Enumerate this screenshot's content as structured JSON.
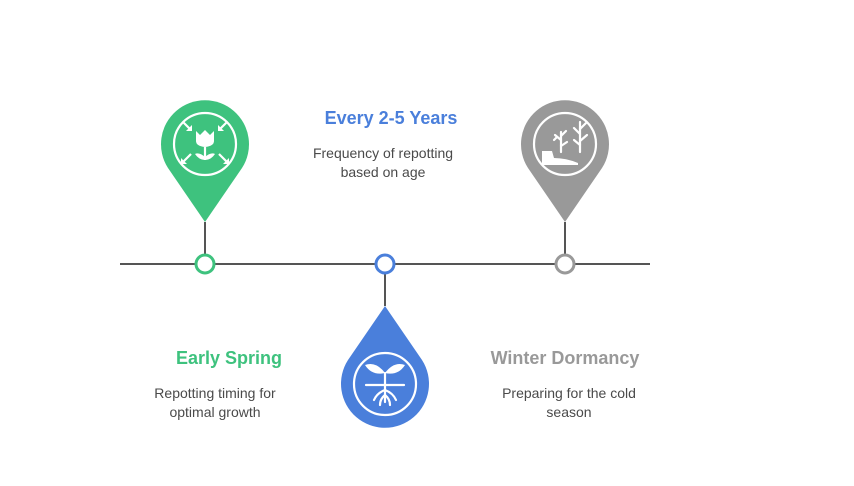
{
  "milestones": [
    {
      "id": "early-spring",
      "title": "Early Spring",
      "desc_line1": "Repotting timing for",
      "desc_line2": "optimal growth",
      "color": "#3ec27e",
      "icon": "plant-arrows-icon"
    },
    {
      "id": "every-2-5-years",
      "title": "Every 2-5 Years",
      "desc_line1": "Frequency of repotting",
      "desc_line2": "based on age",
      "color": "#4a7fdb",
      "icon": "sprout-roots-icon"
    },
    {
      "id": "winter-dormancy",
      "title": "Winter Dormancy",
      "desc_line1": "Preparing for the cold",
      "desc_line2": "season",
      "color": "#999999",
      "icon": "bare-trees-icon"
    }
  ],
  "colors": {
    "line": "#555555",
    "green": "#3ec27e",
    "blue": "#4a7fdb",
    "gray": "#999999"
  }
}
